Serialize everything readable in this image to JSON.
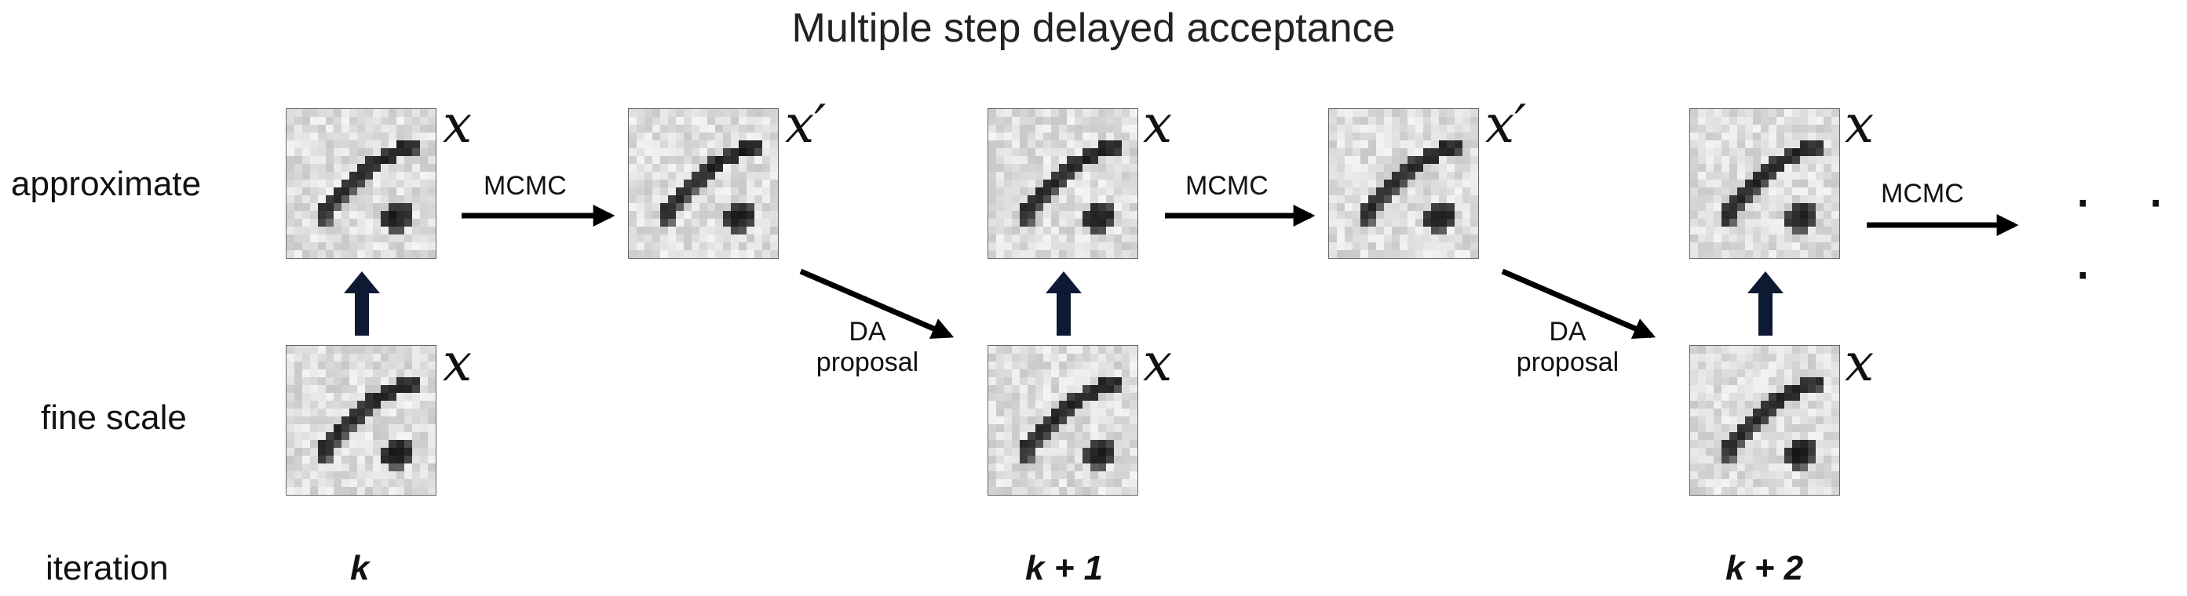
{
  "title": "Multiple step delayed acceptance",
  "row_labels": {
    "approximate": "approximate",
    "fine": "fine scale",
    "iteration": "iteration"
  },
  "iterations": [
    "k",
    "k + 1",
    "k + 2"
  ],
  "vars": {
    "x": "x",
    "xprime": "x′"
  },
  "labels": {
    "mcmc": "MCMC",
    "da_line1": "DA",
    "da_line2": "proposal"
  },
  "ellipsis": "· · ·"
}
